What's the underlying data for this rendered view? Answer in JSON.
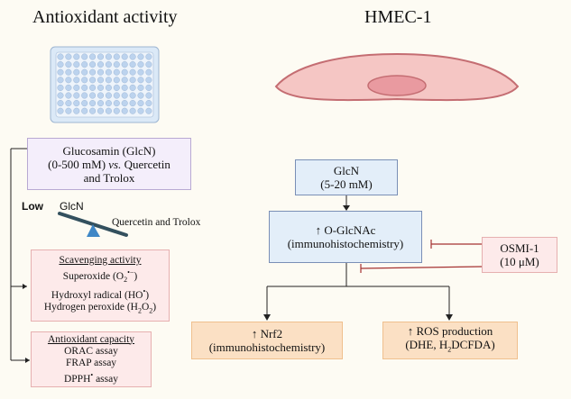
{
  "left": {
    "title": "Antioxidant activity",
    "glcn_box": {
      "line1": "Glucosamin (GlcN)",
      "line2_pre": "(0-500 mM) ",
      "line2_vs": "vs.",
      "line2_post": " Quercetin",
      "line3": "and Trolox"
    },
    "seesaw": {
      "low_label": "Low",
      "glcn_label": "GlcN",
      "other_label": "Quercetin and Trolox"
    },
    "scavenging": {
      "heading": "Scavenging activity",
      "superoxide_pre": "Superoxide (O",
      "superoxide_sub": "2",
      "superoxide_sup": "•−",
      "superoxide_post": ")",
      "hydroxyl_pre": "Hydroxyl radical (HO",
      "hydroxyl_sup": "•",
      "hydroxyl_post": ")",
      "h2o2_pre": "Hydrogen peroxide (H",
      "h2o2_sub1": "2",
      "h2o2_mid": "O",
      "h2o2_sub2": "2",
      "h2o2_post": ")"
    },
    "capacity": {
      "heading": "Antioxidant capacity",
      "item1": "ORAC assay",
      "item2": "FRAP assay",
      "item3_pre": "DPPH",
      "item3_sup": "•",
      "item3_post": " assay"
    }
  },
  "right": {
    "title": "HMEC-1",
    "glcn_box": {
      "line1": "GlcN",
      "line2": "(5-20 mM)"
    },
    "oglcnac_box": {
      "line1": "↑ O-GlcNAc",
      "line2": "(immunohistochemistry)"
    },
    "osmi_box": {
      "line1": "OSMI-1",
      "line2": "(10 μM)"
    },
    "nrf2_box": {
      "line1": "↑ Nrf2",
      "line2": "(immunohistochemistry)"
    },
    "ros_box": {
      "line1": "↑ ROS production",
      "line2_pre": "(DHE, H",
      "line2_sub": "2",
      "line2_post": "DCFDA)"
    }
  },
  "colors": {
    "plate_bg": "#dbe9f7",
    "well": "#bcd3ee",
    "cell_fill": "#f5c6c4",
    "cell_stroke": "#c46d72",
    "nucleus": "#e99aa0",
    "lavender_fill": "#f4eefb",
    "lavender_border": "#b8a9d3",
    "pink_fill": "#fdeaea",
    "pink_border": "#e6b0b0",
    "blue_fill": "#e3eef9",
    "blue_border": "#7a8fb6",
    "orange_fill": "#fbe0c4",
    "orange_border": "#f0c08e",
    "inhibit": "#a53232",
    "triangle": "#3f87c6",
    "bar": "#33505e"
  }
}
